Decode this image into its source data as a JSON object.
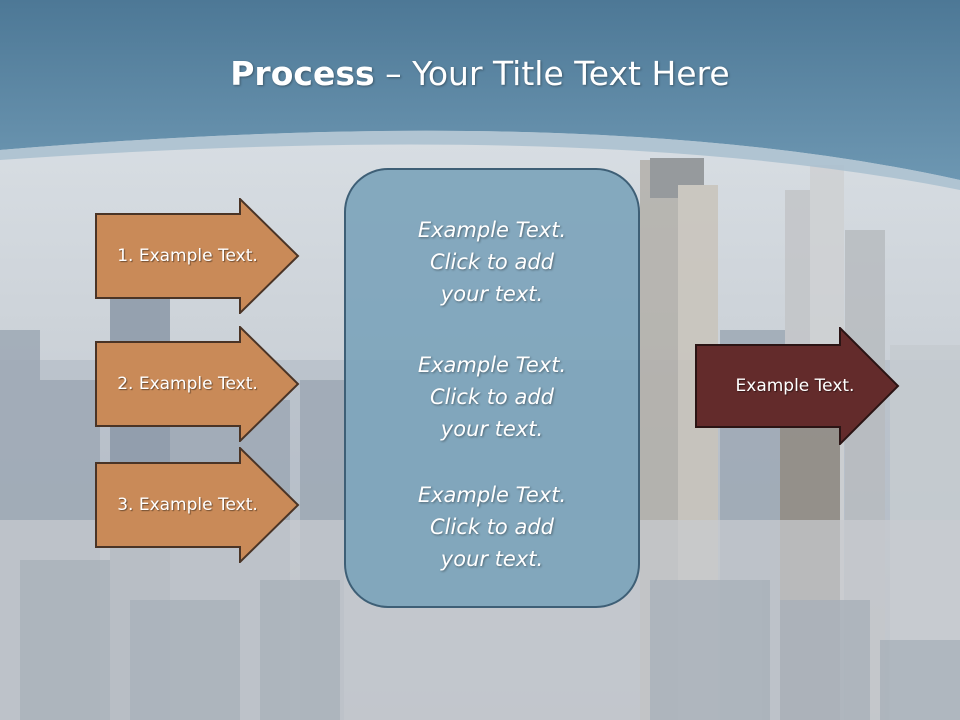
{
  "title": {
    "bold": "Process",
    "rest": " – Your Title Text Here"
  },
  "steps": [
    {
      "label": "1. Example Text."
    },
    {
      "label": "2. Example Text."
    },
    {
      "label": "3. Example Text."
    }
  ],
  "center": {
    "items": [
      {
        "line1": "Example Text.",
        "line2": "Click  to add",
        "line3": "your text."
      },
      {
        "line1": "Example Text.",
        "line2": "Click  to add",
        "line3": "your text."
      },
      {
        "line1": "Example Text.",
        "line2": "Click  to add",
        "line3": "your text."
      }
    ]
  },
  "output": {
    "label": "Example Text."
  },
  "colors": {
    "header": "#5d87a3",
    "step_arrow": "#c98a58",
    "output_arrow": "#632b2b",
    "center_box": "#7ba3ba"
  }
}
